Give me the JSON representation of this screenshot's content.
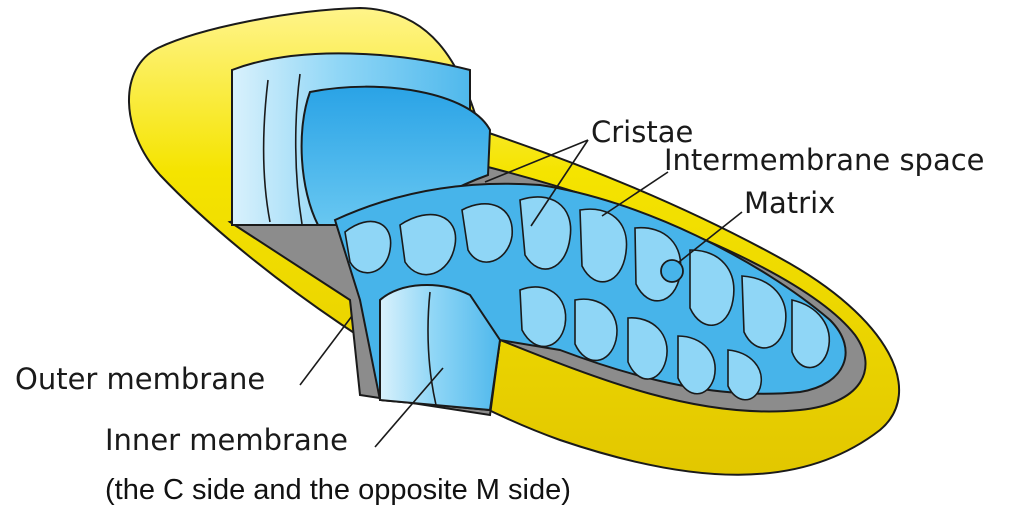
{
  "diagram": {
    "labels": {
      "cristae": "Cristae",
      "intermembrane_space": "Intermembrane space",
      "matrix": "Matrix",
      "outer_membrane": "Outer membrane",
      "inner_membrane": "Inner membrane"
    },
    "caption": "(the C side and the opposite M side)",
    "colors": {
      "outer_membrane": "#f5e400",
      "inner_membrane": "#5fc0ef",
      "intermembrane_space": "#8c8c8c",
      "outline": "#1a1a1a"
    }
  }
}
